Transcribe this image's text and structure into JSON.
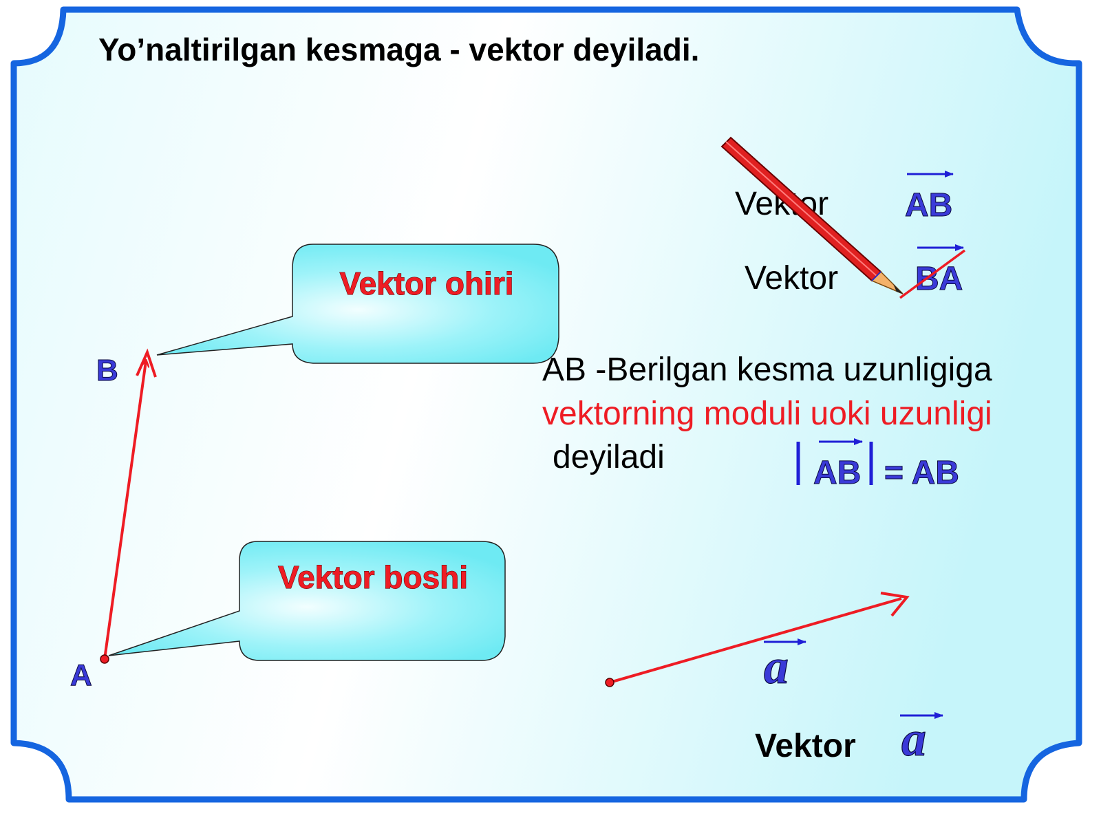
{
  "title": "Yo’naltirilgan kesmaga - vektor deyiladi.",
  "points": {
    "a_label": "A",
    "b_label": "B"
  },
  "callouts": {
    "end": "Vektor ohiri",
    "start": "Vektor boshi"
  },
  "notation": {
    "word1": "Vektor",
    "ab": "AB",
    "word2": "Vektor",
    "ba": "BA"
  },
  "definition": {
    "line1": "AB -Berilgan kesma uzunligiga",
    "line2": "vektorning moduli uoki uzunligi",
    "line3": "deyiladi"
  },
  "formula": {
    "ab": "AB",
    "rhs": "= AB"
  },
  "vector_a": {
    "symbol": "a",
    "word": "Vektor",
    "symbol2": "a"
  },
  "colors": {
    "frame": "#1565e0",
    "bg_light": "#ffffff",
    "bg_cyan": "#bff4fa",
    "vector": "#ee1c24",
    "label_blue": "#3a3ad8",
    "callout_fill": "#7ff0f7",
    "pencil": "#e02020"
  }
}
